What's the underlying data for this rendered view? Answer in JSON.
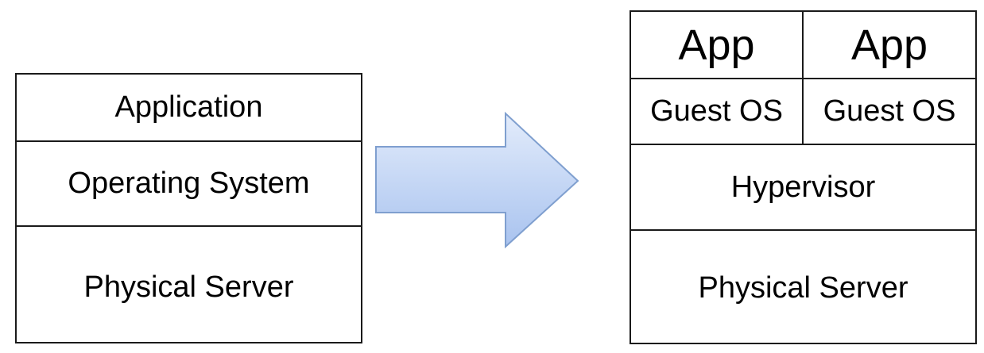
{
  "left_stack": {
    "layers": [
      "Application",
      "Operating System",
      "Physical Server"
    ]
  },
  "right_stack": {
    "vms": [
      {
        "app": "App",
        "os": "Guest OS"
      },
      {
        "app": "App",
        "os": "Guest OS"
      }
    ],
    "hypervisor": "Hypervisor",
    "hardware": "Physical Server"
  },
  "arrow": {
    "icon": "right-arrow-icon",
    "fill_light": "#e3ecfb",
    "fill_dark": "#a9c3ef",
    "stroke": "#7f9fcf"
  }
}
